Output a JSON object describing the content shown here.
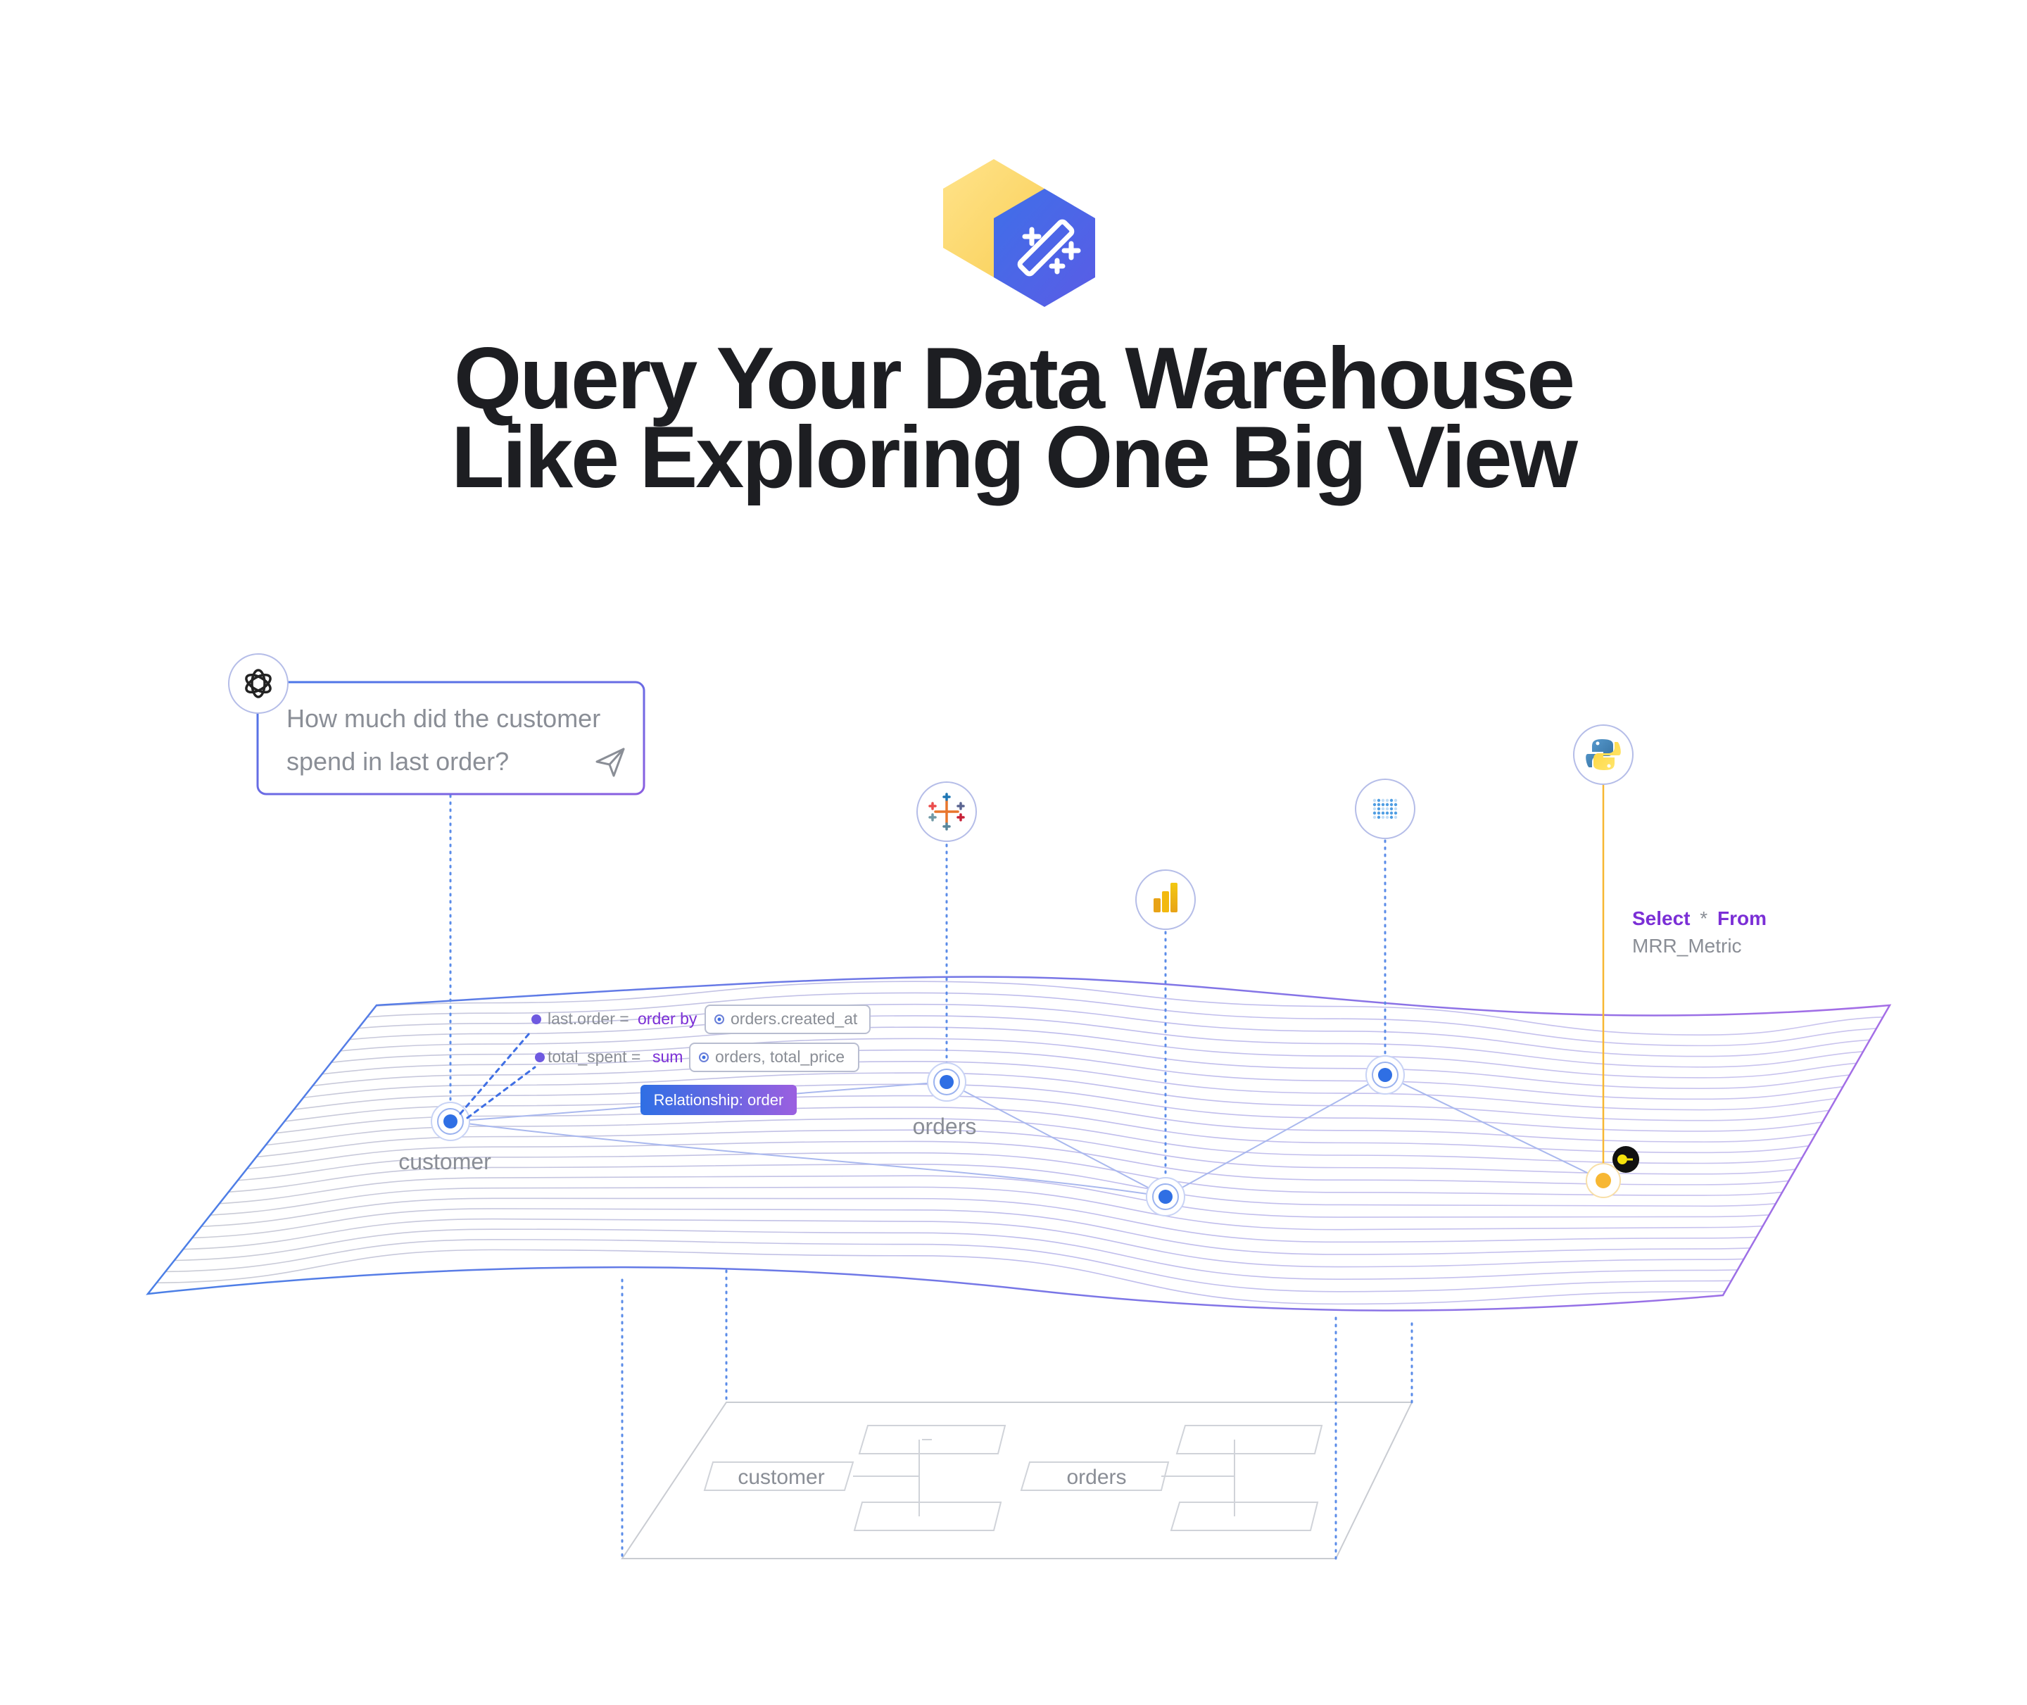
{
  "heading": {
    "line1": "Query Your Data Warehouse",
    "line2": "Like Exploring One Big View"
  },
  "chat": {
    "line1": "How much did the customer",
    "line2": "spend in last order?",
    "send_icon": "send-icon",
    "assistant_icon": "openai-icon"
  },
  "nodes": {
    "customer": "customer",
    "orders": "orders"
  },
  "annotations": {
    "last_order_field": "last.order =",
    "last_order_keyword": "order by",
    "last_order_ref": "orders.created_at",
    "total_spent_field": "total_spent =",
    "total_spent_keyword": "sum",
    "total_spent_ref": "orders, total_price",
    "relationship": "Relationship: order"
  },
  "sql": {
    "select": "Select",
    "star": "*",
    "from": "From",
    "table": "MRR_Metric"
  },
  "warehouse": {
    "table1": "customer",
    "table2": "orders"
  },
  "tools": [
    "tableau-icon",
    "powerbi-icon",
    "metabase-icon",
    "python-icon"
  ],
  "colors": {
    "title": "#1d1e22",
    "accent_blue": "#2f6fe4",
    "accent_purple": "#7b2fd6",
    "gradient_start": "#3b73e3",
    "gradient_end": "#9b5fe0",
    "orange": "#f7b733",
    "yellow": "#fedc6a",
    "text_gray": "#8a8e96"
  }
}
